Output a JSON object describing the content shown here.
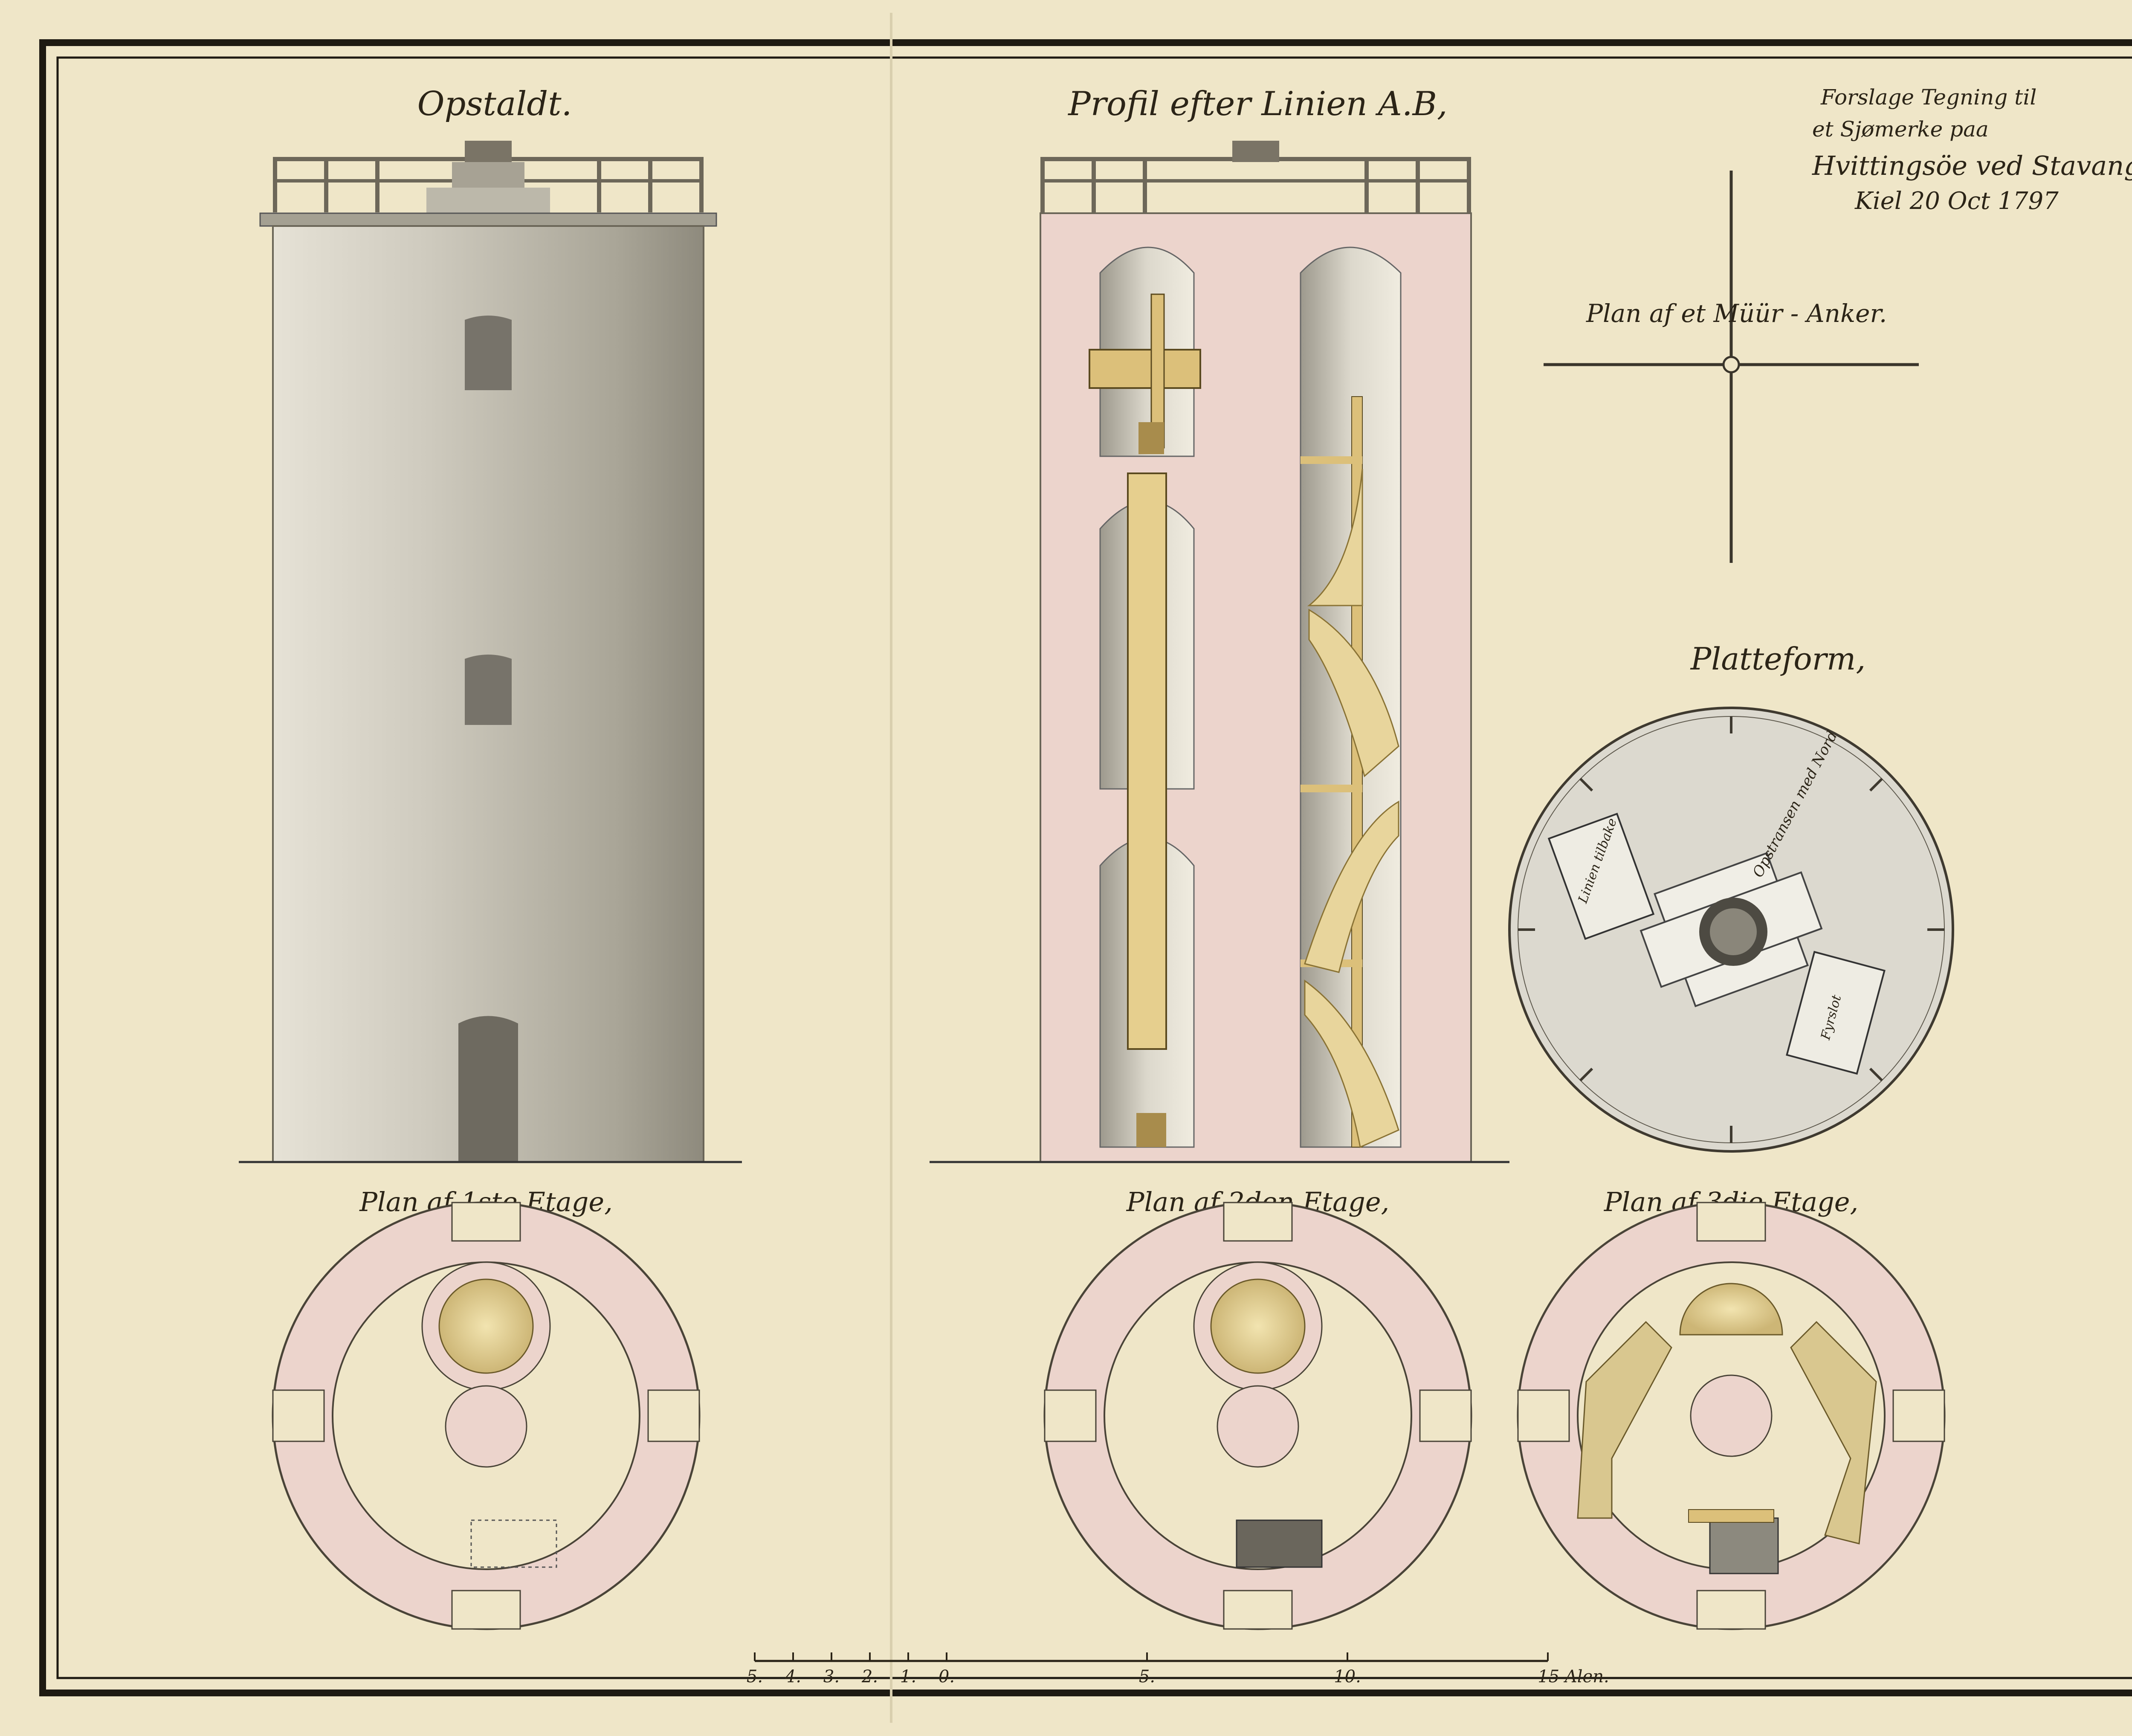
{
  "titles": {
    "elevation": "Opstaldt.",
    "profile": "Profil efter Linien A.B,",
    "wall_anchor": "Plan af et Müür - Anker.",
    "platform": "Platteform,",
    "floor1": "Plan af 1ste Etage,",
    "floor2": "Plan af 2den Etage,",
    "floor3": "Plan af 3die Etage,"
  },
  "note": {
    "line1": "Forslage Tegning til",
    "line2": "et Sjømerke paa",
    "line3": "Hvittingsöe ved Stavanger",
    "line4": "Kiel 20 Oct 1797"
  },
  "platform_labels": {
    "compass": "Opstransen med Nord",
    "box_left": "Linien tilbake",
    "box_right": "Fyrslot"
  },
  "scale": {
    "ticks": [
      "5.",
      "4.",
      "3.",
      "2.",
      "1.",
      "0.",
      "5.",
      "10.",
      "15 Alen."
    ]
  },
  "colors": {
    "paper": "#efe6c8",
    "ink": "#2b2417",
    "wall_pink": "#ecd4cc",
    "stone_grey": "#c9c5b7",
    "wood": "#dcc07a"
  }
}
